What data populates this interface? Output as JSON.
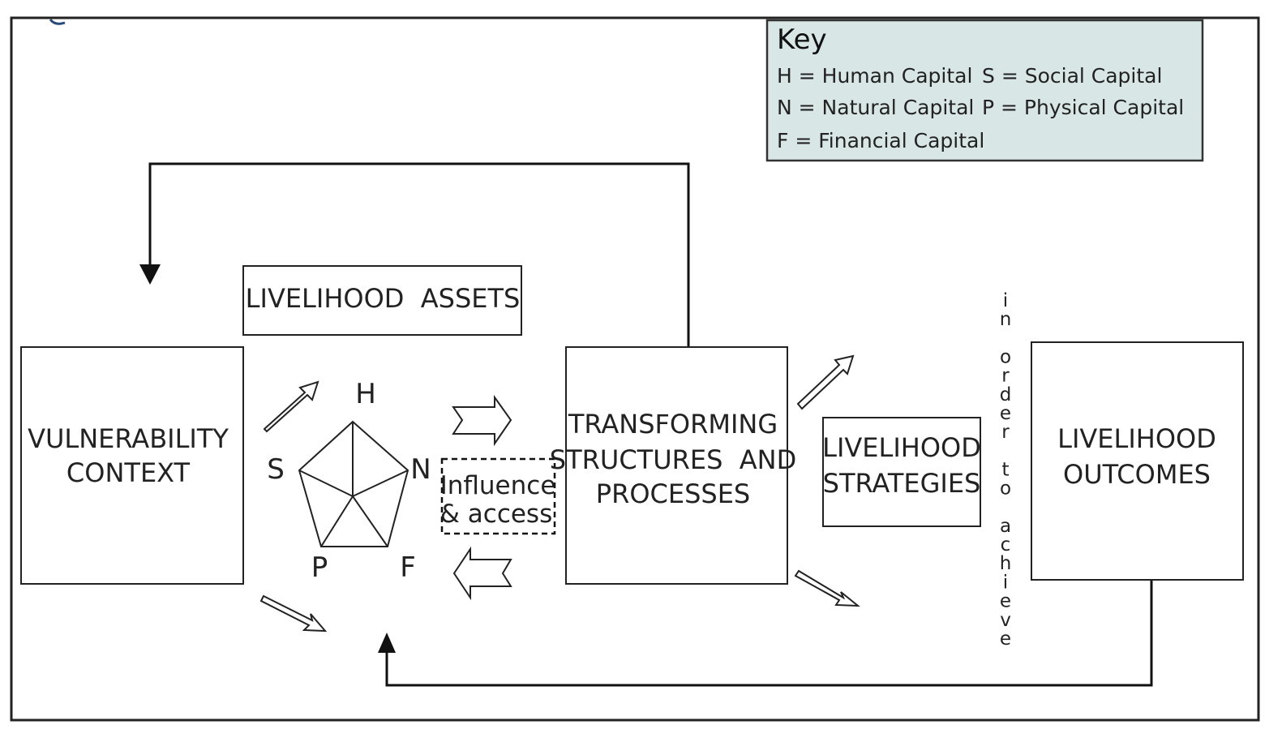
{
  "key": {
    "title": "Key",
    "entries": [
      "H = Human Capital",
      "S = Social Capital",
      "N = Natural Capital",
      "P = Physical Capital",
      "F = Financial Capital"
    ],
    "background": "#d9e6e6"
  },
  "boxes": {
    "vulnerability": [
      "VULNERABILITY",
      "CONTEXT"
    ],
    "assets": "LIVELIHOOD  ASSETS",
    "transforming": [
      "TRANSFORMING",
      "STRUCTURES  AND",
      "PROCESSES"
    ],
    "strategies": [
      "LIVELIHOOD",
      "STRATEGIES"
    ],
    "outcomes": [
      "LIVELIHOOD",
      "OUTCOMES"
    ]
  },
  "capitals": {
    "h": "H",
    "n": "N",
    "f": "F",
    "p": "P",
    "s": "S"
  },
  "influence": [
    "Influence",
    "& access"
  ],
  "vertical_text": "in order to achieve"
}
